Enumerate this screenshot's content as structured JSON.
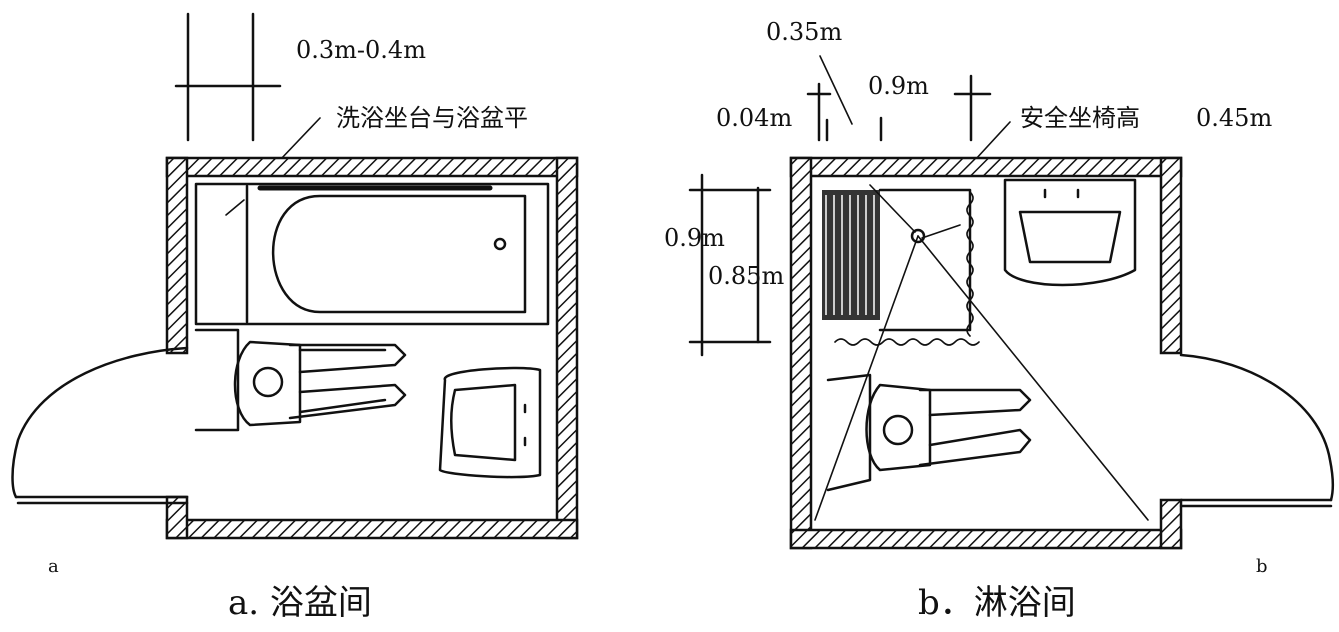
{
  "panel_a": {
    "dimension_label": "0.3m-0.4m",
    "note": "洗浴坐台与浴盆平",
    "corner_letter": "a",
    "caption": "a. 浴盆间"
  },
  "panel_b": {
    "dim_top_left": "0.35m",
    "dim_small": "0.04m",
    "dim_top_mid": "0.9m",
    "note": "安全坐椅高",
    "note_value": "0.45m",
    "dim_side_outer": "0.9m",
    "dim_side_inner": "0.85m",
    "corner_letter": "b",
    "caption": "b．淋浴间"
  },
  "colors": {
    "ink": "#111111",
    "paper": "#ffffff"
  }
}
